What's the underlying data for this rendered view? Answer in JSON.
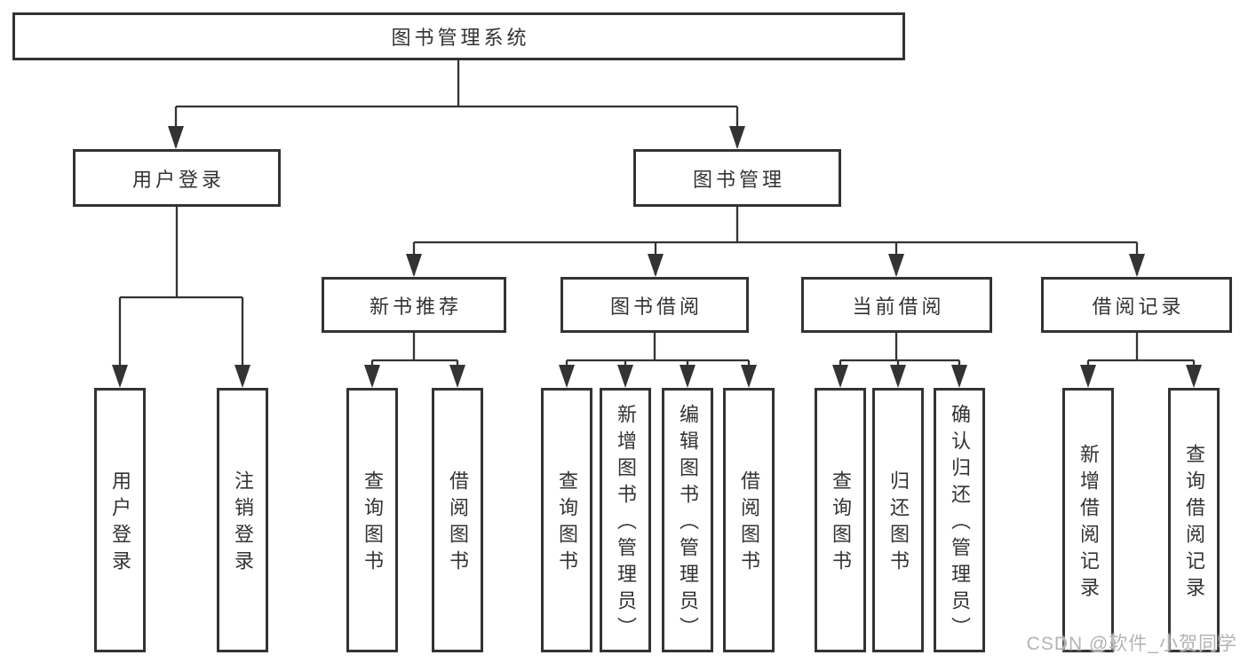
{
  "diagram": {
    "root": "图书管理系统",
    "level2": {
      "user_login": "用户登录",
      "book_mgmt": "图书管理"
    },
    "level3": {
      "new_book_rec": "新书推荐",
      "book_borrow": "图书借阅",
      "current_borrow": "当前借阅",
      "borrow_record": "借阅记录"
    },
    "leaves": {
      "user_login": "用户登录",
      "logout": "注销登录",
      "rec_query_book": "查询图书",
      "rec_borrow_book": "借阅图书",
      "bb_query_book": "查询图书",
      "bb_add_book": "新增图书（管理员）",
      "bb_edit_book": "编辑图书（管理员）",
      "bb_borrow_book": "借阅图书",
      "cb_query_book": "查询图书",
      "cb_return_book": "归还图书",
      "cb_confirm_return": "确认归还（管理员）",
      "br_add_record": "新增借阅记录",
      "br_query_record": "查询借阅记录"
    }
  },
  "watermark": "CSDN @软件_小贺同学",
  "colors": {
    "line": "#333333",
    "text": "#333333",
    "watermark": "#b3b3b3",
    "background": "#ffffff"
  }
}
